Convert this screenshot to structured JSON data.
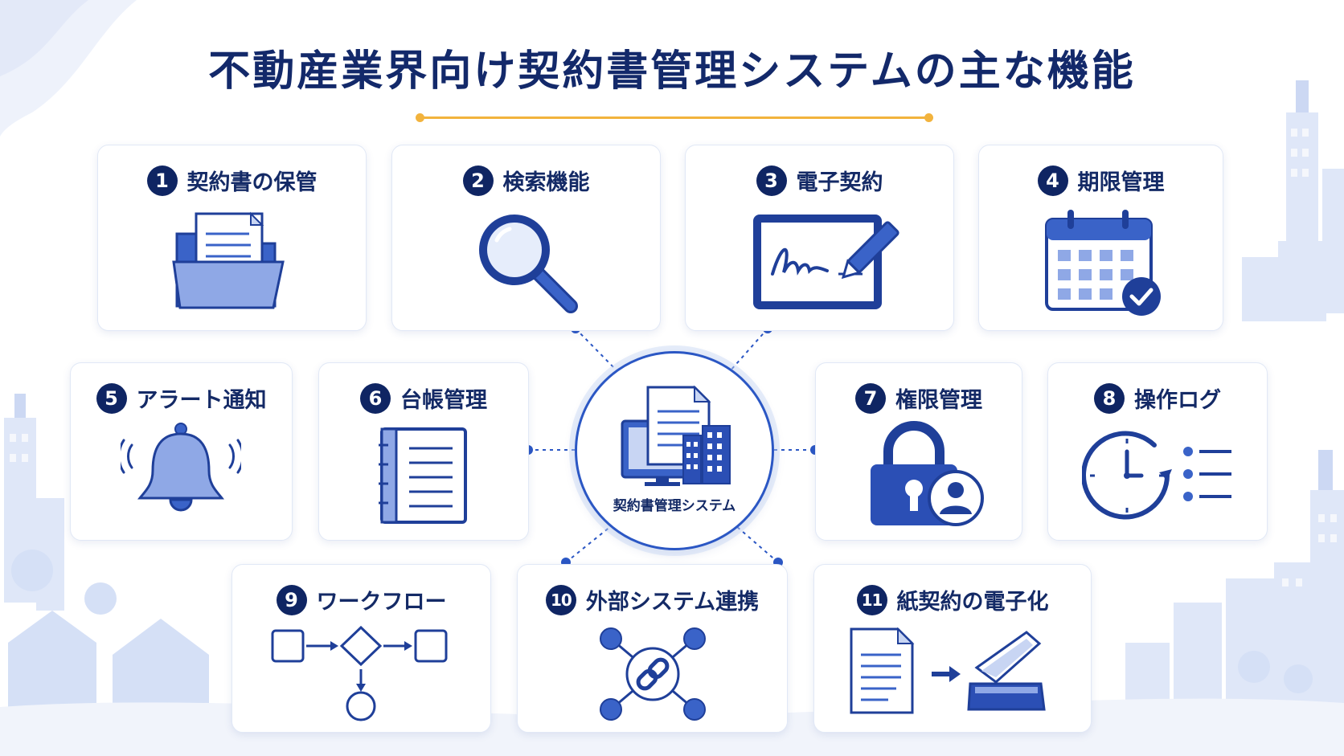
{
  "title": "不動産業界向け契約書管理システムの主な機能",
  "hub": {
    "label": "契約書管理システム"
  },
  "features": [
    {
      "num": "1",
      "label": "契約書の保管",
      "icon": "folder-document-icon"
    },
    {
      "num": "2",
      "label": "検索機能",
      "icon": "magnifier-icon"
    },
    {
      "num": "3",
      "label": "電子契約",
      "icon": "tablet-signature-icon"
    },
    {
      "num": "4",
      "label": "期限管理",
      "icon": "calendar-check-icon"
    },
    {
      "num": "5",
      "label": "アラート通知",
      "icon": "bell-alert-icon"
    },
    {
      "num": "6",
      "label": "台帳管理",
      "icon": "ledger-book-icon"
    },
    {
      "num": "7",
      "label": "権限管理",
      "icon": "lock-user-icon"
    },
    {
      "num": "8",
      "label": "操作ログ",
      "icon": "clock-log-icon"
    },
    {
      "num": "9",
      "label": "ワークフロー",
      "icon": "workflow-icon"
    },
    {
      "num": "10",
      "label": "外部システム連携",
      "icon": "link-network-icon"
    },
    {
      "num": "11",
      "label": "紙契約の電子化",
      "icon": "paper-scan-icon"
    }
  ],
  "colors": {
    "navy": "#0f2563",
    "blue": "#2b57c4",
    "light_blue": "#8fa8e6",
    "accent_gold": "#f2b33d"
  }
}
